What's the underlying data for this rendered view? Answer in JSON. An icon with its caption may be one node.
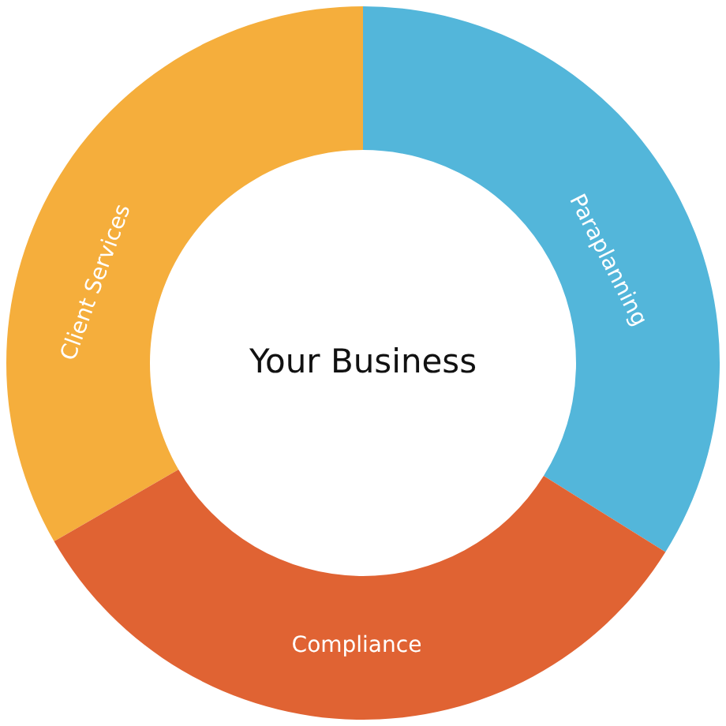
{
  "diagram": {
    "nodes": [
      {
        "text": [
          "Client Services"
        ]
      },
      {
        "text": [
          "Paraplanning"
        ]
      },
      {
        "text": [
          "Compliance"
        ]
      }
    ],
    "labels": [
      "Your Business"
    ]
  }
}
